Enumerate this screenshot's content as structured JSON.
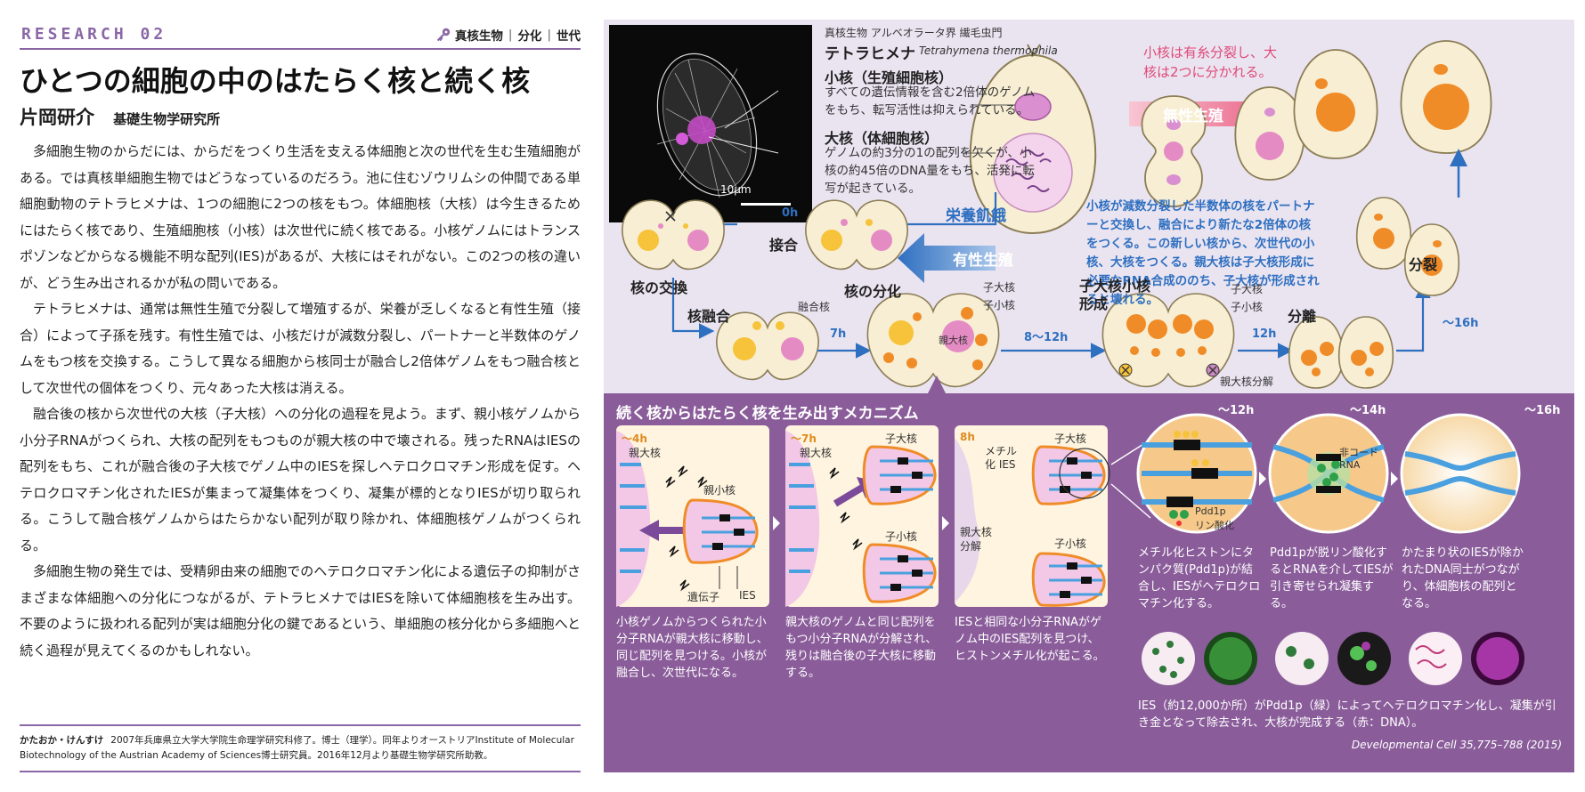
{
  "article": {
    "section_label": "RESEARCH 02",
    "tags": [
      "真核生物",
      "分化",
      "世代"
    ],
    "title": "ひとつの細胞の中のはたらく核と続く核",
    "author": "片岡研介",
    "affiliation": "基礎生物学研究所",
    "paragraphs": [
      "多細胞生物のからだには、からだをつくり生活を支える体細胞と次の世代を生む生殖細胞がある。では真核単細胞生物ではどうなっているのだろう。池に住むゾウリムシの仲間である単細胞動物のテトラヒメナは、1つの細胞に2つの核をもつ。体細胞核（大核）は今生きるためにはたらく核であり、生殖細胞核（小核）は次世代に続く核である。小核ゲノムにはトランスポゾンなどからなる機能不明な配列(IES)があるが、大核にはそれがない。この2つの核の違いが、どう生み出されるかが私の問いである。",
      "テトラヒメナは、通常は無性生殖で分裂して増殖するが、栄養が乏しくなると有性生殖（接合）によって子孫を残す。有性生殖では、小核だけが減数分裂し、パートナーと半数体のゲノムをもつ核を交換する。こうして異なる細胞から核同士が融合し2倍体ゲノムをもつ融合核として次世代の個体をつくり、元々あった大核は消える。",
      "融合後の核から次世代の大核（子大核）への分化の過程を見よう。まず、親小核ゲノムから小分子RNAがつくられ、大核の配列をもつものが親大核の中で壊される。残ったRNAはIESの配列をもち、これが融合後の子大核でゲノム中のIESを探しヘテロクロマチン形成を促す。ヘテロクロマチン化されたIESが集まって凝集体をつくり、凝集が標的となりIESが切り取られる。こうして融合核ゲノムからはたらかない配列が取り除かれ、体細胞核ゲノムがつくられる。",
      "多細胞生物の発生では、受精卵由来の細胞でのヘテロクロマチン化による遺伝子の抑制がさまざまな体細胞への分化につながるが、テトラヒメナではIESを除いて体細胞核を生み出す。不要のように扱われる配列が実は細胞分化の鍵であるという、単細胞の核分化から多細胞へと続く過程が見えてくるのかもしれない。"
    ],
    "bio_name": "かたおか・けんすけ",
    "bio_text": "2007年兵庫県立大学大学院生命理学研究科修了。博士（理学）。同年よりオーストリアInstitute of Molecular Biotechnology of the Austrian Academy of Sciences博士研究員。2016年12月より基礎生物学研究所助教。"
  },
  "figure": {
    "scale_bar": "10μm",
    "taxonomy": "真核生物 アルベオラータ界 繊毛虫門",
    "species_jp": "テトラヒメナ",
    "species_latin": "Tetrahymena thermophila",
    "micronucleus_title": "小核（生殖細胞核）",
    "micronucleus_desc": "すべての遺伝情報を含む2倍体のゲノムをもち、転写活性は抑えられている。",
    "macronucleus_title": "大核（体細胞核）",
    "macronucleus_desc": "ゲノムの約3分の1の配列を欠くが、小核の約45倍のDNA量をもち、活発に転写が起きている。",
    "asexual_note": "小核は有糸分裂し、大核は2つに分かれる。",
    "asexual_label": "無性生殖",
    "starvation": "栄養飢餓",
    "sexual_label": "有性生殖",
    "sexual_note": "小核が減数分裂した半数体の核をパートナーと交換し、融合により新たな2倍体の核をつくる。この新しい核から、次世代の小核、大核をつくる。親大核は子大核形成に必要なRNA合成ののち、子大核が形成されると壊れる。",
    "stages": {
      "exchange": "核の交換",
      "conjugation": "接合",
      "fusion": "核融合",
      "fused_nucleus": "融合核",
      "differentiation": "核の分化",
      "parental_macronucleus": "親大核",
      "child_macro": "子大核",
      "child_micro": "子小核",
      "formation": "子大核小核\n形成",
      "separation": "分離",
      "fission": "分裂",
      "parental_macro_breakdown": "親大核分解"
    },
    "times": [
      "0h",
      "7h",
      "8〜12h",
      "12h",
      "〜16h"
    ],
    "mechanism": {
      "title": "続く核からはたらく核を生み出すメカニズム",
      "panel1_time": "〜4h",
      "panel1_labels": [
        "親大核",
        "親小核",
        "遺伝子",
        "IES"
      ],
      "panel1_caption": "小核ゲノムからつくられた小分子RNAが親大核に移動し、同じ配列を見つける。小核が融合し、次世代になる。",
      "panel2_time": "〜7h",
      "panel2_labels": [
        "親大核",
        "子大核",
        "子小核"
      ],
      "panel2_caption": "親大核のゲノムと同じ配列をもつ小分子RNAが分解され、残りは融合後の子大核に移動する。",
      "panel3_time": "8h",
      "panel3_labels": [
        "メチル化 IES",
        "子大核",
        "親大核 分解",
        "子小核"
      ],
      "panel3_caption": "IESと相同な小分子RNAがゲノム中のIES配列を見つけ、ヒストンメチル化が起こる。",
      "circle_times": [
        "〜12h",
        "〜14h",
        "〜16h"
      ],
      "circle1_labels": [
        "Pdd1p",
        "リン酸化"
      ],
      "circle2_labels": [
        "非コード RNA"
      ],
      "circle1_caption": "メチル化ヒストンにタンパク質(Pdd1p)が結合し、IESがヘテロクロマチン化する。",
      "circle2_caption": "Pdd1pが脱リン酸化するとRNAを介してIESが引き寄せられ凝集する。",
      "circle3_caption": "かたまり状のIESが除かれたDNA同士がつながり、体細胞核の配列となる。",
      "bottom_caption": "IES（約12,000か所）がPdd1p（緑）によってヘテロクロマチン化し、凝集が引き金となって除去され、大核が完成する（赤：DNA）。",
      "citation": "Developmental Cell 35,775–788 (2015)"
    }
  },
  "colors": {
    "accent_purple": "#8a67a6",
    "figure_bg": "#eae4f1",
    "mechanism_bg": "#8a5d9a",
    "arrow_blue": "#2e6fc0",
    "arrow_pink": "#e8577e",
    "macronucleus_orange": "#f08c28",
    "micronucleus_pink": "#e58bc4",
    "fusion_yellow": "#f6c33a"
  }
}
